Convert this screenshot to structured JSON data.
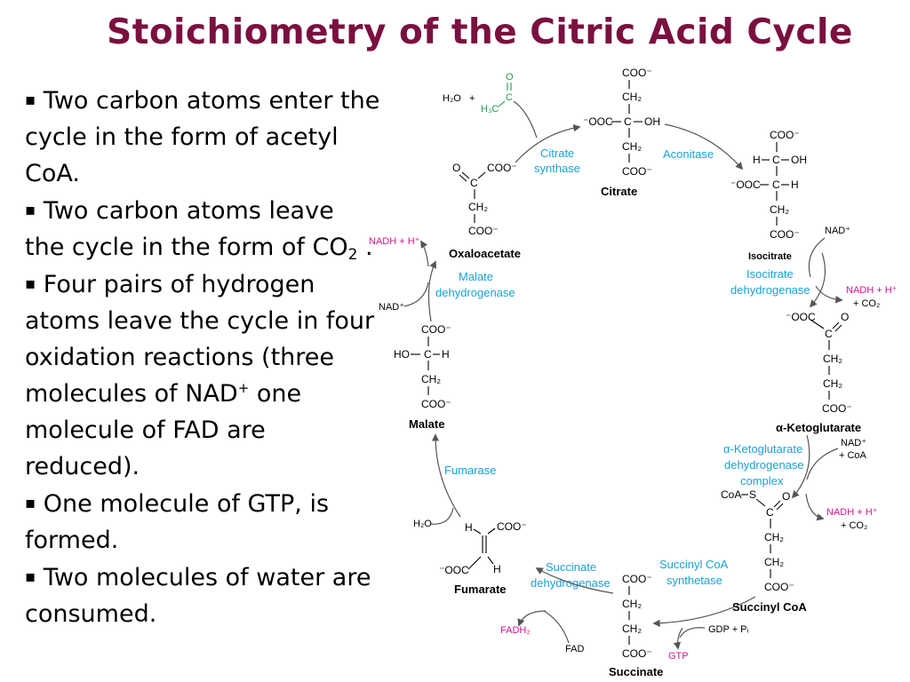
{
  "title": "Stoichiometry of the Citric Acid Cycle",
  "bullets": {
    "b1": "Two carbon atoms enter the cycle in the form of acetyl CoA.",
    "b2a": "Two carbon atoms leave the cycle in the form of CO",
    "b2sub": "2",
    "b2b": " .",
    "b3a": "Four pairs of hydrogen atoms leave the cycle in four oxidation reactions (three molecules of NAD",
    "b3sup": "+",
    "b3b": " one molecule of FAD are reduced).",
    "b4": "One molecule of GTP, is formed.",
    "b5": "Two molecules of water are consumed."
  },
  "metabolites": {
    "citrate": "Citrate",
    "isocitrate": "Isocitrate",
    "akg": "α-Ketoglutarate",
    "succinyl_coa": "Succinyl CoA",
    "succinate": "Succinate",
    "fumarate": "Fumarate",
    "malate": "Malate",
    "oxaloacetate": "Oxaloacetate"
  },
  "enzymes": {
    "citrate_synthase": [
      "Citrate",
      "synthase"
    ],
    "aconitase": "Aconitase",
    "isocitrate_dh": [
      "Isocitrate",
      "dehydrogenase"
    ],
    "akg_dh": [
      "α-Ketoglutarate",
      "dehydrogenase",
      "complex"
    ],
    "succinyl_coa_synthetase": [
      "Succinyl CoA",
      "synthetase"
    ],
    "succinate_dh": [
      "Succinate",
      "dehydrogenase"
    ],
    "fumarase": "Fumarase",
    "malate_dh": [
      "Malate",
      "dehydrogenase"
    ]
  },
  "cofactors": {
    "nad": "NAD⁺",
    "nadh_h": "NADH  +  H⁺",
    "plus_co2": "+  CO₂",
    "plus_coa": "+  CoA",
    "fadh2": "FADH₂",
    "fad": "FAD",
    "gdp_pi": "GDP  +  Pᵢ",
    "gtp": "GTP",
    "h2o": "H₂O",
    "plus": "+"
  },
  "groups": {
    "coo": "COO⁻",
    "ch2": "CH₂",
    "ooc": "⁻OOC",
    "c": "C",
    "oh": "OH",
    "h": "H",
    "ho": "HO",
    "o": "O",
    "h3c": "H₃C",
    "coa_s": "CoA",
    "s": "S"
  },
  "colors": {
    "title": "#7a1040",
    "enzyme": "#1ba0d8",
    "acetyl": "#1f9a52",
    "reduced_cofactor": "#d4148c",
    "arrow": "#555555"
  }
}
